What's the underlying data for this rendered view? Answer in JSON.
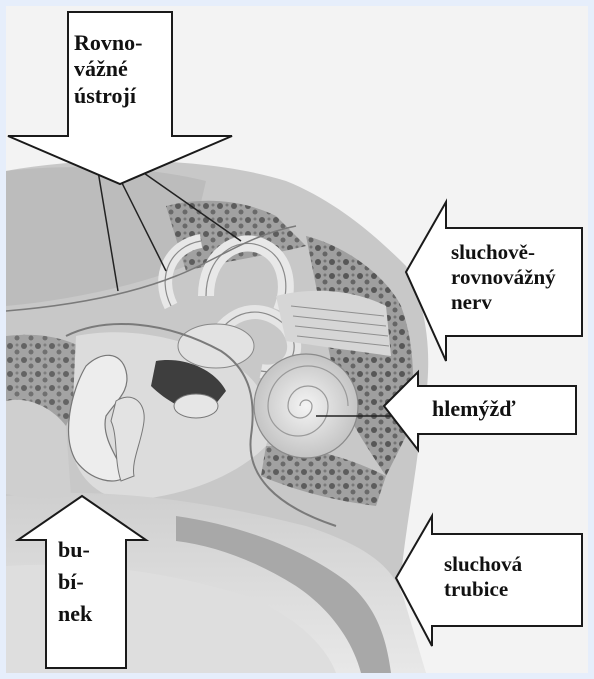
{
  "labels": {
    "vestibular": [
      "Rovno-",
      "vážné",
      "ústrojí"
    ],
    "nerve": [
      "sluchově-",
      "rovnovážný",
      "nerv"
    ],
    "cochlea": [
      "hlemýžď"
    ],
    "tube": [
      "sluchová",
      "trubice"
    ],
    "eardrum": [
      "bu-",
      "bí-",
      "nek"
    ]
  },
  "colors": {
    "page_background": "#e6eefb",
    "arrow_fill": "#ffffff",
    "arrow_stroke": "#1a1a1a",
    "tissue_light": "#d9d9d9",
    "tissue_mid": "#b5b5b5",
    "tissue_dark": "#555555"
  }
}
